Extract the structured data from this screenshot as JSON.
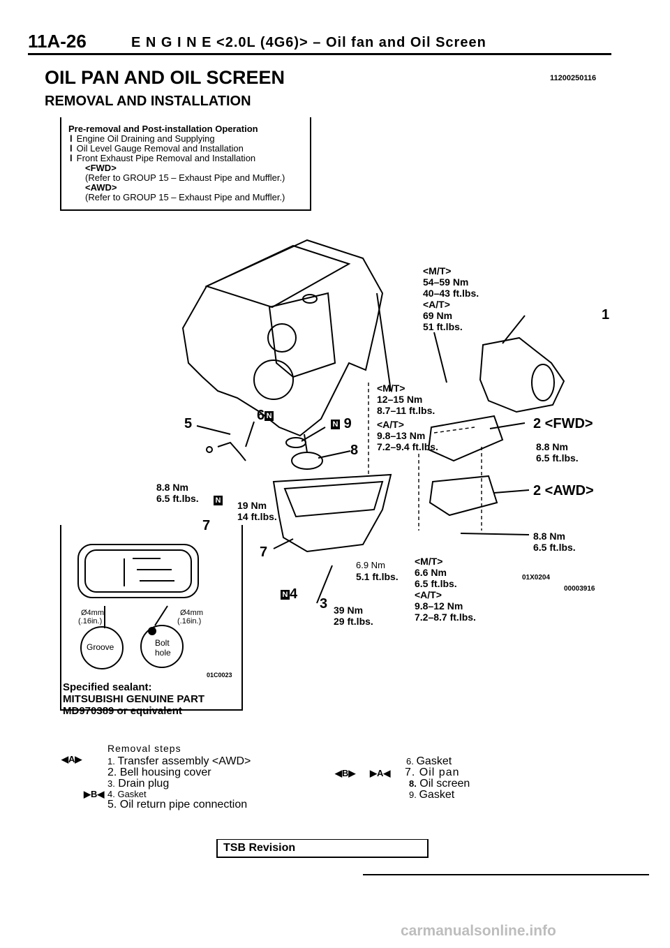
{
  "header": {
    "page_number": "11A-26",
    "title": "E N G I N E <2.0L (4G6)> – Oil fan and Oil Screen"
  },
  "section_title": "OIL PAN AND OIL SCREEN",
  "document_id": "11200250116",
  "subsection_title": "REMOVAL AND INSTALLATION",
  "pre_operation": {
    "heading": "Pre-removal and Post-installation Operation",
    "items": [
      "Engine Oil Draining and Supplying",
      "Oil Level Gauge Removal and Installation",
      "Front Exhaust Pipe Removal and Installation"
    ],
    "fwd_label": "<FWD>",
    "fwd_ref": "(Refer to GROUP 15 – Exhaust Pipe and Muffler.)",
    "awd_label": "<AWD>",
    "awd_ref": "(Refer to GROUP 15 – Exhaust Pipe and Muffler.)"
  },
  "diagram": {
    "ref_main": "01X0204",
    "ref_main2": "00003916",
    "ref_inset": "01C0023",
    "callouts": {
      "c1": "1",
      "c2_fwd": "2 <FWD>",
      "c2_awd": "2 <AWD>",
      "c3": "3",
      "c4": "4",
      "c5": "5",
      "c6": "6",
      "c7a": "7",
      "c7b": "7",
      "c8": "8",
      "c9": "9"
    },
    "torque": {
      "t1_mt": "<M/T>",
      "t1_mt_nm": "54–59 Nm",
      "t1_mt_ft": "40–43 ft.lbs.",
      "t1_at": "<A/T>",
      "t1_at_nm": "69 Nm",
      "t1_at_ft": "51 ft.lbs.",
      "t2_mt": "<M/T>",
      "t2_mt_nm": "12–15 Nm",
      "t2_mt_ft": "8.7–11 ft.lbs.",
      "t2_at": "<A/T>",
      "t2_at_nm": "9.8–13 Nm",
      "t2_at_ft": "7.2–9.4 ft.lbs.",
      "t3_nm": "8.8 Nm",
      "t3_ft": "6.5 ft.lbs.",
      "t4_nm": "8.8 Nm",
      "t4_ft": "6.5 ft.lbs.",
      "t5_nm": "8.8 Nm",
      "t5_ft": "6.5 ft.lbs.",
      "t6_nm": "19 Nm",
      "t6_ft": "14 ft.lbs.",
      "t7_nm": "6.9 Nm",
      "t7_ft": "5.1 ft.lbs.",
      "t8_nm": "39 Nm",
      "t8_ft": "29 ft.lbs.",
      "t9_mt": "<M/T>",
      "t9_mt_nm": "6.6 Nm",
      "t9_mt_ft": "6.5 ft.lbs.",
      "t9_at": "<A/T>",
      "t9_at_nm": "9.8–12 Nm",
      "t9_at_ft": "7.2–8.7 ft.lbs."
    },
    "badge_letter": "N"
  },
  "inset": {
    "bead_left": "Ø4mm",
    "bead_left_in": "(.16in.)",
    "bead_right": "Ø4mm",
    "bead_right_in": "(.16in.)",
    "groove_label": "Groove",
    "bolt_label": "Bolt",
    "hole_label": "hole",
    "sealant_heading": "Specified sealant:",
    "sealant_part": "MITSUBISHI GENUINE PART",
    "sealant_number": "MD970389 or equivalent"
  },
  "removal": {
    "heading": "Removal steps",
    "marks": {
      "m1": "◀A▶",
      "m4": "▶B◀",
      "m7a": "◀B▶",
      "m7b": "▶A◀"
    },
    "steps": [
      {
        "num": "1.",
        "text": "Transfer assembly <AWD>"
      },
      {
        "num": "2.",
        "text": "Bell housing cover"
      },
      {
        "num": "3.",
        "text": "Drain plug"
      },
      {
        "num": "4.",
        "text": "Gasket"
      },
      {
        "num": "5.",
        "text": "Oil return pipe connection"
      },
      {
        "num": "6.",
        "text": "Gasket"
      },
      {
        "num": "7.",
        "text": "Oil pan"
      },
      {
        "num": "8.",
        "text": "Oil screen"
      },
      {
        "num": "9.",
        "text": "Gasket"
      }
    ]
  },
  "footer": {
    "tsb_label": "TSB Revision",
    "watermark": "carmanualsonline.info"
  }
}
